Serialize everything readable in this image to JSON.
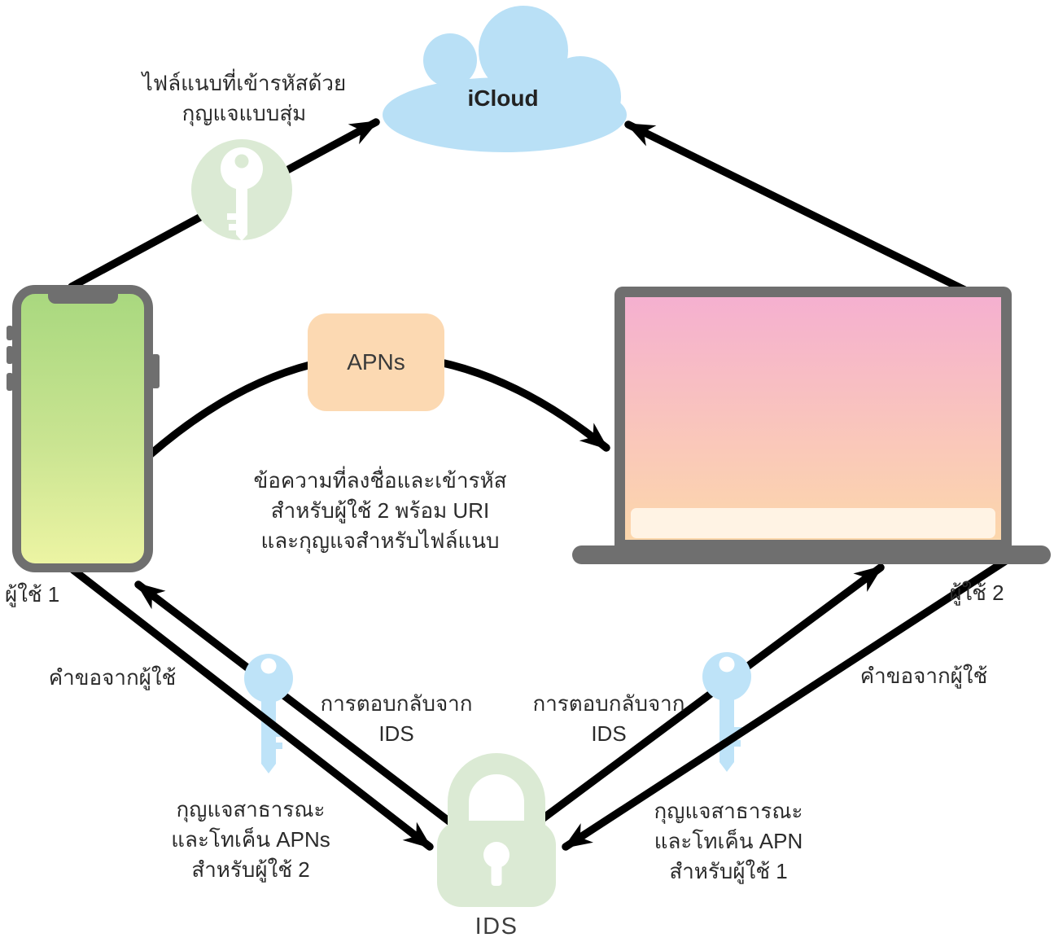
{
  "nodes": {
    "icloud": {
      "label": "iCloud",
      "color": "#b9e0f6"
    },
    "apns": {
      "label": "APNs",
      "color": "#fcd9b2"
    },
    "ids": {
      "label": "IDS",
      "color": "#dbead4"
    },
    "user1": {
      "label": "ผู้ใช้ 1",
      "device": "iphone",
      "screen_top": "#a9d87f",
      "screen_bottom": "#ecf4a3"
    },
    "user2": {
      "label": "ผู้ใช้ 2",
      "device": "laptop",
      "screen_top": "#f5b0d0",
      "screen_bottom": "#fcd7ab"
    }
  },
  "annotations": {
    "attachment_key": "ไฟล์แนบที่เข้ารหัสด้วย\nกุญแจแบบสุ่ม",
    "signed_message": "ข้อความที่ลงชื่อและเข้ารหัส\nสำหรับผู้ใช้ 2 พร้อม URI\nและกุญแจสำหรับไฟล์แนบ",
    "request_from_user_left": "คำขอจากผู้ใช้",
    "request_from_user_right": "คำขอจากผู้ใช้",
    "ids_response_left": "การตอบกลับจาก\nIDS",
    "ids_response_right": "การตอบกลับจาก\nIDS",
    "public_key_for_user2": "กุญแจสาธารณะ\nและโทเค็น APNs\nสำหรับผู้ใช้ 2",
    "public_key_for_user1": "กุญแจสาธารณะ\nและโทเค็น APN\nสำหรับผู้ใช้ 1"
  },
  "icons": {
    "random_key_badge": "key-in-green-circle",
    "left_key": "blue-key",
    "right_key": "blue-key",
    "ids_lock": "green-padlock"
  },
  "edges": [
    {
      "from": "user1",
      "to": "icloud",
      "via": "random-key-badge",
      "label": "attachment_key"
    },
    {
      "from": "user2",
      "to": "icloud",
      "label": ""
    },
    {
      "from": "user1",
      "to": "user2",
      "via": "apns",
      "label": "signed_message"
    },
    {
      "from": "user1",
      "to": "ids",
      "label": "request_from_user_left"
    },
    {
      "from": "ids",
      "to": "user1",
      "label": "ids_response_left"
    },
    {
      "from": "user2",
      "to": "ids",
      "label": "request_from_user_right"
    },
    {
      "from": "ids",
      "to": "user2",
      "label": "ids_response_right"
    }
  ],
  "colors": {
    "cloud_blue": "#b9e0f6",
    "key_blue": "#bee3f8",
    "sage_green": "#dbead4",
    "peach": "#fcd9b2",
    "device_frame_gray": "#6f6f6f",
    "arrow_black": "#000000",
    "text_dark": "#2b2b2b"
  }
}
